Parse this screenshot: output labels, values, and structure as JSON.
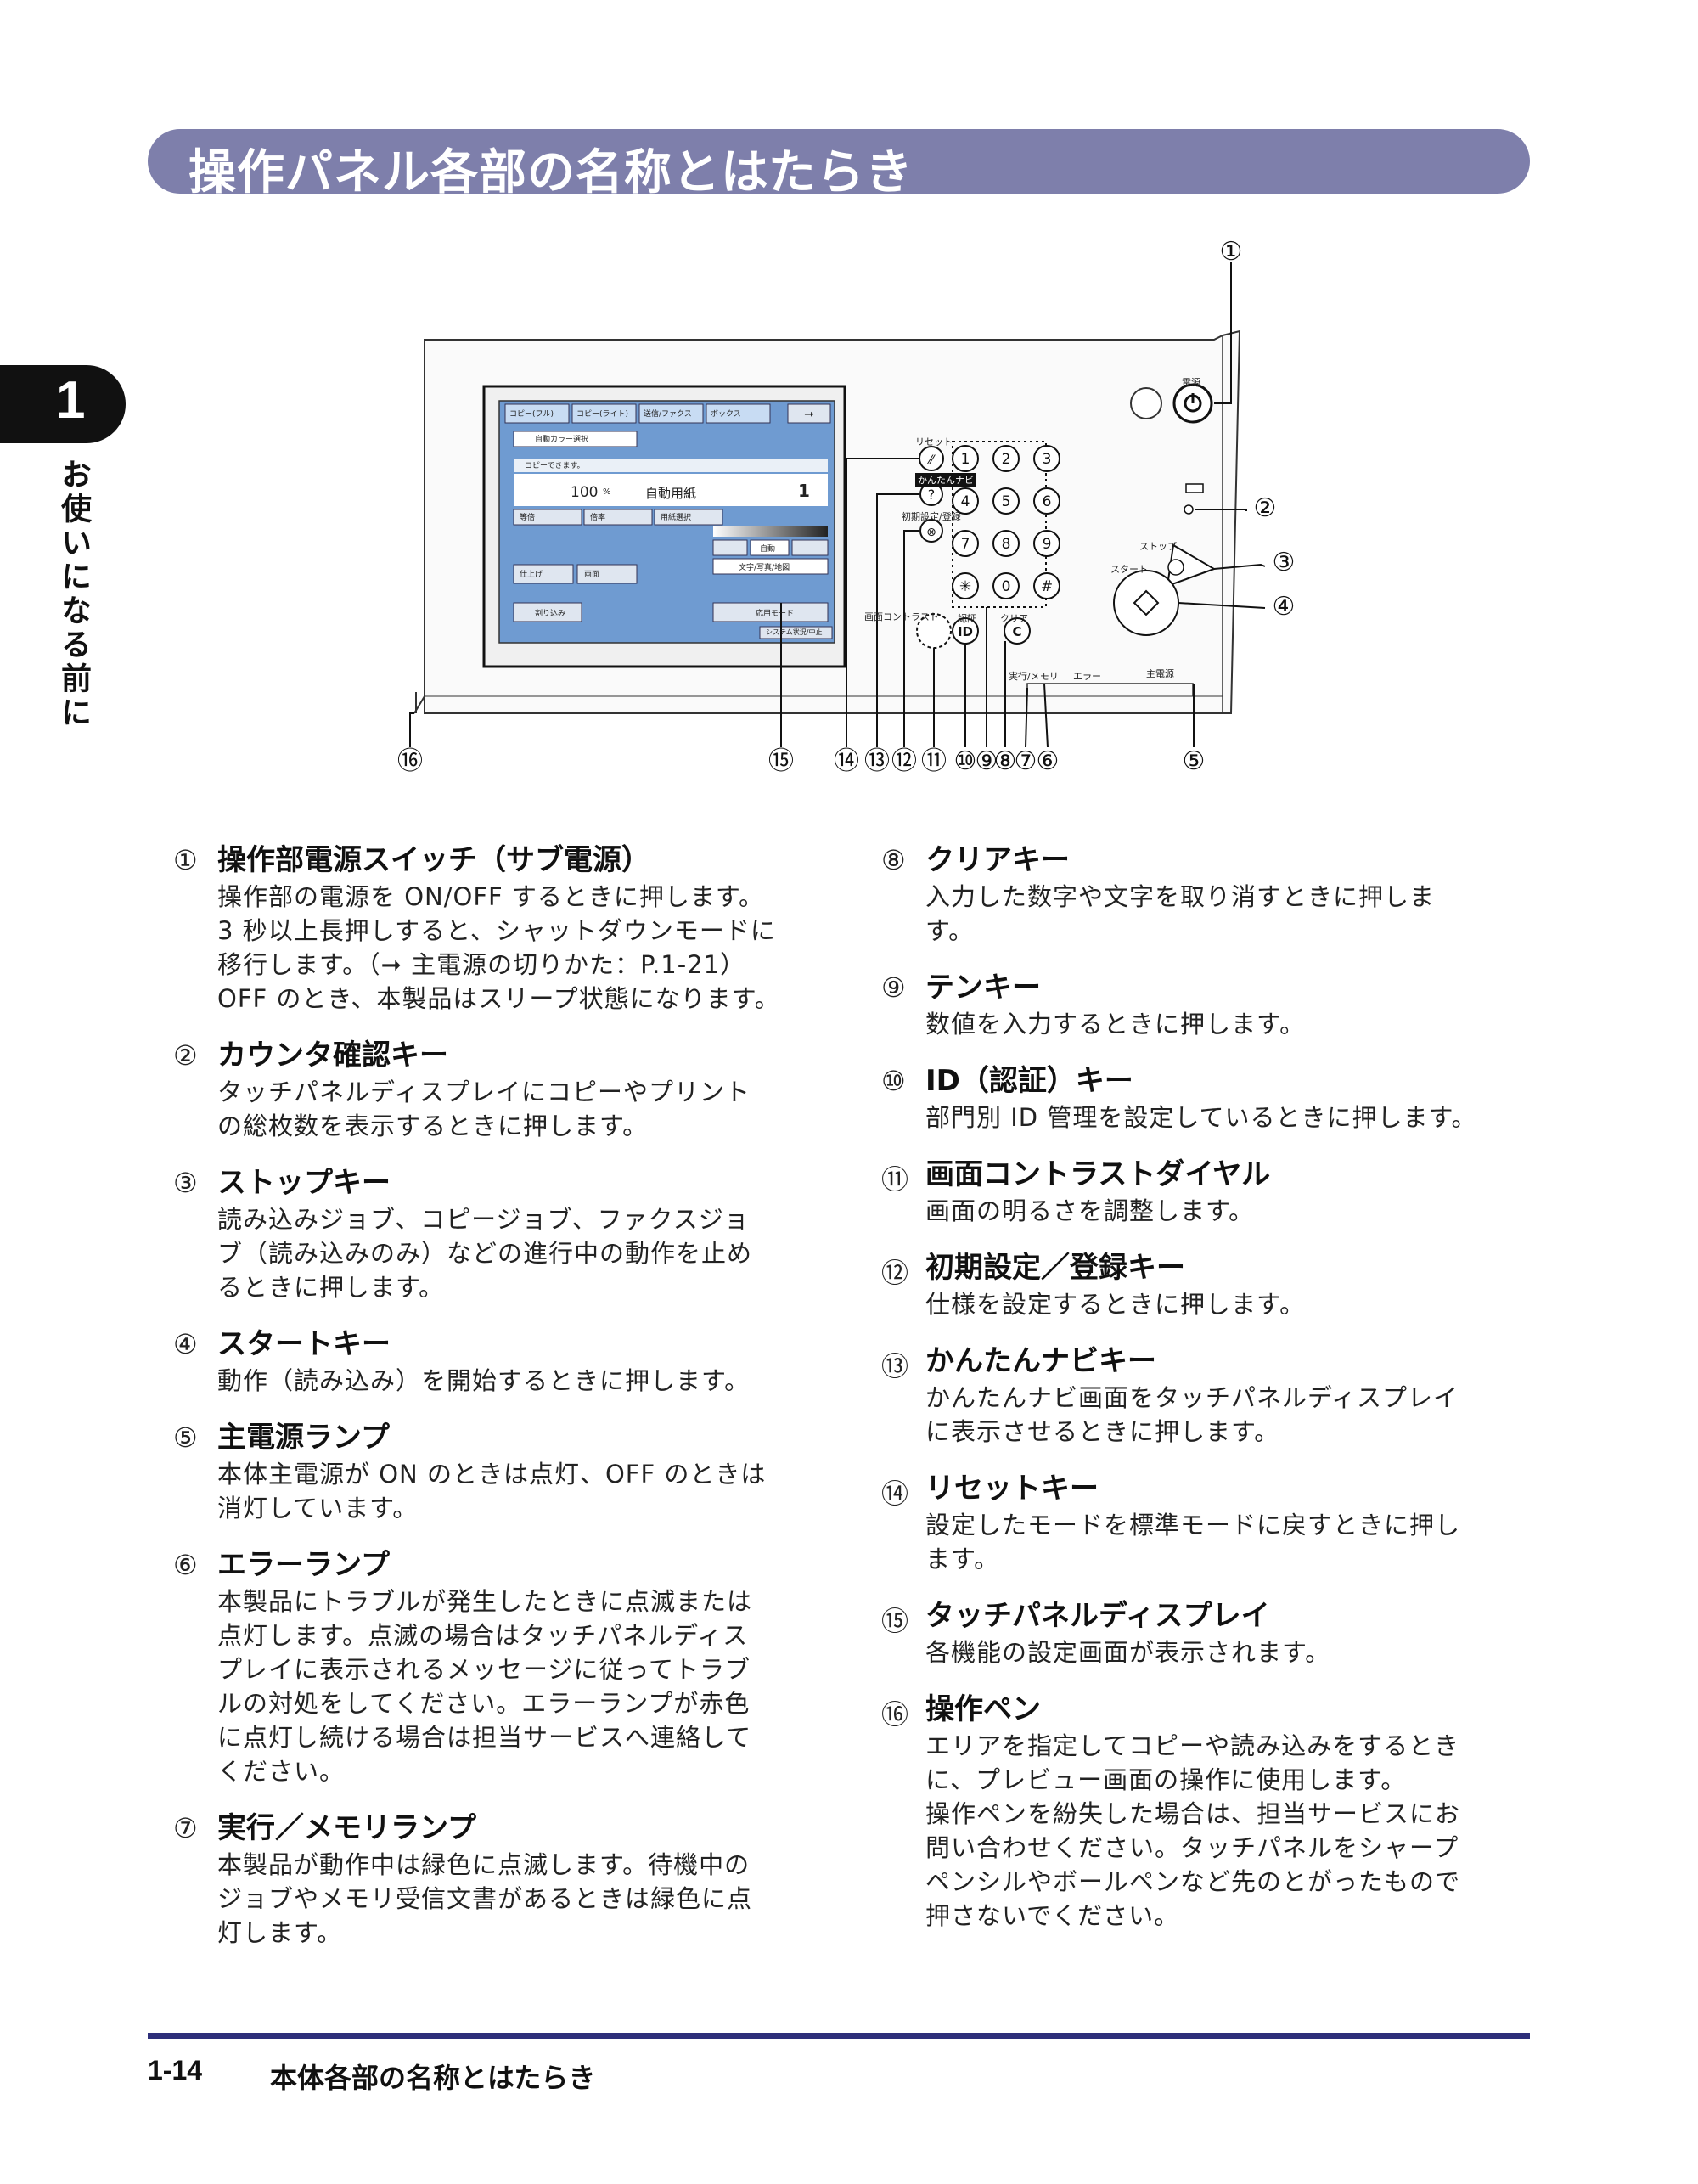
{
  "page": {
    "title": "操作パネル各部の名称とはたらき",
    "chapter_number": "1",
    "chapter_title": "お使いになる前に",
    "footer_page": "1-14",
    "footer_title": "本体各部の名称とはたらき"
  },
  "panel": {
    "callouts": [
      "①",
      "②",
      "③",
      "④",
      "⑤",
      "⑥",
      "⑦",
      "⑧",
      "⑨",
      "⑩",
      "⑪",
      "⑫",
      "⑬",
      "⑭",
      "⑮",
      "⑯"
    ],
    "labels": {
      "power": "電源",
      "reset": "リセット",
      "kantan_navi": "かんたんナビ",
      "initial_settings": "初期設定/登録",
      "contrast": "画面コントラスト",
      "stop": "ストップ",
      "start": "スタート",
      "auth": "認証",
      "clear": "クリア",
      "exec_memory": "実行/メモリ",
      "error": "エラー",
      "main_power": "主電源"
    },
    "keypad": [
      "1",
      "2",
      "3",
      "4",
      "5",
      "6",
      "7",
      "8",
      "9",
      "✳",
      "0",
      "#"
    ],
    "screen": {
      "tabs": [
        "コピー(フル)",
        "コピー(ライト)",
        "送信/ファクス",
        "ボックス"
      ],
      "color_select": "自動カラー選択",
      "status": "コピーできます。",
      "ratio": "100",
      "ratio_unit": "%",
      "paper": "自動用紙",
      "copies": "1",
      "buttons": [
        "等倍",
        "倍率",
        "用紙選択",
        "仕上げ",
        "両面",
        "割り込み",
        "応用モード"
      ],
      "density_auto": "自動",
      "original_type": "文字/写真/地図",
      "system_status": "システム状況/中止"
    }
  },
  "items_left": [
    {
      "num": "①",
      "head": "操作部電源スイッチ（サブ電源）",
      "body": "操作部の電源を ON/OFF するときに押します。\n3 秒以上長押しすると、シャットダウンモードに\n移行します。（➞ 主電源の切りかた：P.1-21）\nOFF のとき、本製品はスリープ状態になります。"
    },
    {
      "num": "②",
      "head": "カウンタ確認キー",
      "body": "タッチパネルディスプレイにコピーやプリント\nの総枚数を表示するときに押します。"
    },
    {
      "num": "③",
      "head": "ストップキー",
      "body": "読み込みジョブ、コピージョブ、ファクスジョ\nブ（読み込みのみ）などの進行中の動作を止め\nるときに押します。"
    },
    {
      "num": "④",
      "head": "スタートキー",
      "body": "動作（読み込み）を開始するときに押します。"
    },
    {
      "num": "⑤",
      "head": "主電源ランプ",
      "body": "本体主電源が ON のときは点灯、OFF のときは\n消灯しています。"
    },
    {
      "num": "⑥",
      "head": "エラーランプ",
      "body": "本製品にトラブルが発生したときに点滅または\n点灯します。点滅の場合はタッチパネルディス\nプレイに表示されるメッセージに従ってトラブ\nルの対処をしてください。エラーランプが赤色\nに点灯し続ける場合は担当サービスへ連絡して\nください。"
    },
    {
      "num": "⑦",
      "head": "実行／メモリランプ",
      "body": "本製品が動作中は緑色に点滅します。待機中の\nジョブやメモリ受信文書があるときは緑色に点\n灯します。"
    }
  ],
  "items_right": [
    {
      "num": "⑧",
      "head": "クリアキー",
      "body": "入力した数字や文字を取り消すときに押しま\nす。"
    },
    {
      "num": "⑨",
      "head": "テンキー",
      "body": "数値を入力するときに押します。"
    },
    {
      "num": "⑩",
      "head": "ID（認証）キー",
      "body": "部門別 ID 管理を設定しているときに押します。"
    },
    {
      "num": "⑪",
      "head": "画面コントラストダイヤル",
      "body": "画面の明るさを調整します。"
    },
    {
      "num": "⑫",
      "head": "初期設定／登録キー",
      "body": "仕様を設定するときに押します。"
    },
    {
      "num": "⑬",
      "head": "かんたんナビキー",
      "body": "かんたんナビ画面をタッチパネルディスプレイ\nに表示させるときに押します。"
    },
    {
      "num": "⑭",
      "head": "リセットキー",
      "body": "設定したモードを標準モードに戻すときに押し\nます。"
    },
    {
      "num": "⑮",
      "head": "タッチパネルディスプレイ",
      "body": "各機能の設定画面が表示されます。"
    },
    {
      "num": "⑯",
      "head": "操作ペン",
      "body": "エリアを指定してコピーや読み込みをするとき\nに、プレビュー画面の操作に使用します。\n操作ペンを紛失した場合は、担当サービスにお\n問い合わせください。タッチパネルをシャープ\nペンシルやボールペンなど先のとがったもので\n押さないでください。"
    }
  ],
  "colors": {
    "title_bar": "#7e7fab",
    "footer_rule": "#2e2f7a",
    "screen": "#6f9bd1"
  }
}
